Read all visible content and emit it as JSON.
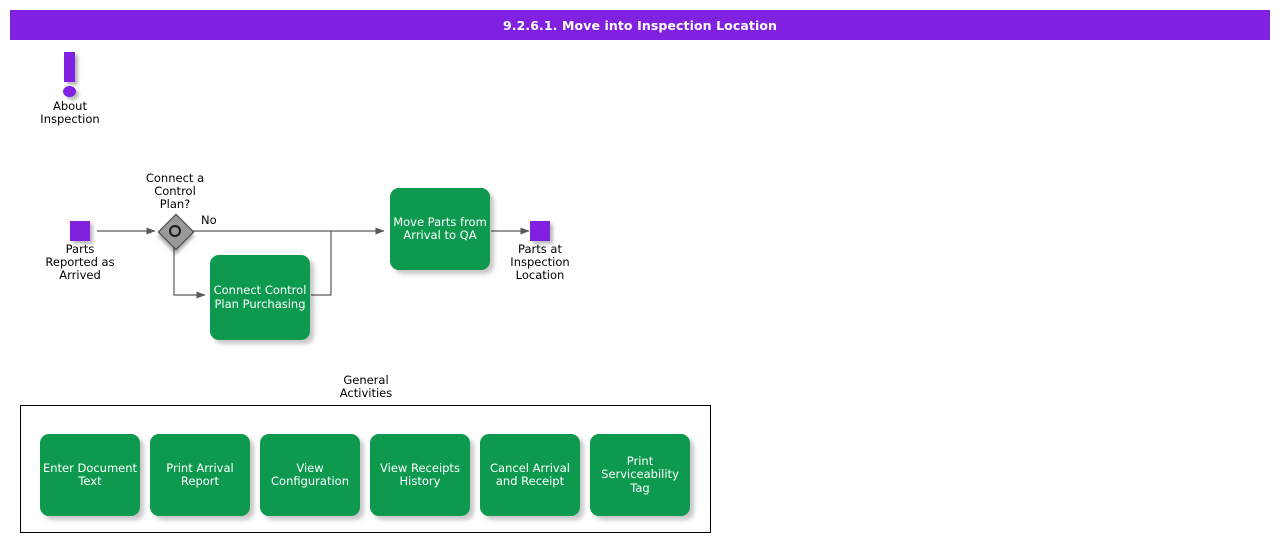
{
  "header": {
    "title": "9.2.6.1. Move into Inspection Location",
    "background_color": "#8020e0",
    "text_color": "#ffffff"
  },
  "colors": {
    "accent_purple": "#8020e0",
    "task_green": "#0e9a4e",
    "gateway_gray": "#9a9a9a",
    "connector_gray": "#595959",
    "page_background": "#ffffff"
  },
  "about": {
    "icon": "exclamation-icon",
    "caption": "About\nInspection"
  },
  "diagram": {
    "start_event": {
      "icon": "start-event-square",
      "label": "Parts\nReported as\nArrived"
    },
    "gateway": {
      "icon": "event-gateway-diamond",
      "label": "Connect a\nControl\nPlan?"
    },
    "flow_labels": {
      "no": "No"
    },
    "tasks": [
      {
        "name": "connect-control-plan-purchasing",
        "label": "Connect Control\nPlan Purchasing"
      },
      {
        "name": "move-parts-from-arrival-to-qa",
        "label": "Move Parts from\nArrival to QA"
      }
    ],
    "end_event": {
      "icon": "end-event-square",
      "label": "Parts at\nInspection\nLocation"
    }
  },
  "general_activities": {
    "caption": "General\nActivities",
    "items": [
      {
        "name": "enter-document-text",
        "label": "Enter Document\nText"
      },
      {
        "name": "print-arrival-report",
        "label": "Print Arrival\nReport"
      },
      {
        "name": "view-configuration",
        "label": "View\nConfiguration"
      },
      {
        "name": "view-receipts-history",
        "label": "View Receipts\nHistory"
      },
      {
        "name": "cancel-arrival-and-receipt",
        "label": "Cancel Arrival\nand Receipt"
      },
      {
        "name": "print-serviceability-tag",
        "label": "Print\nServiceability\nTag"
      }
    ]
  }
}
